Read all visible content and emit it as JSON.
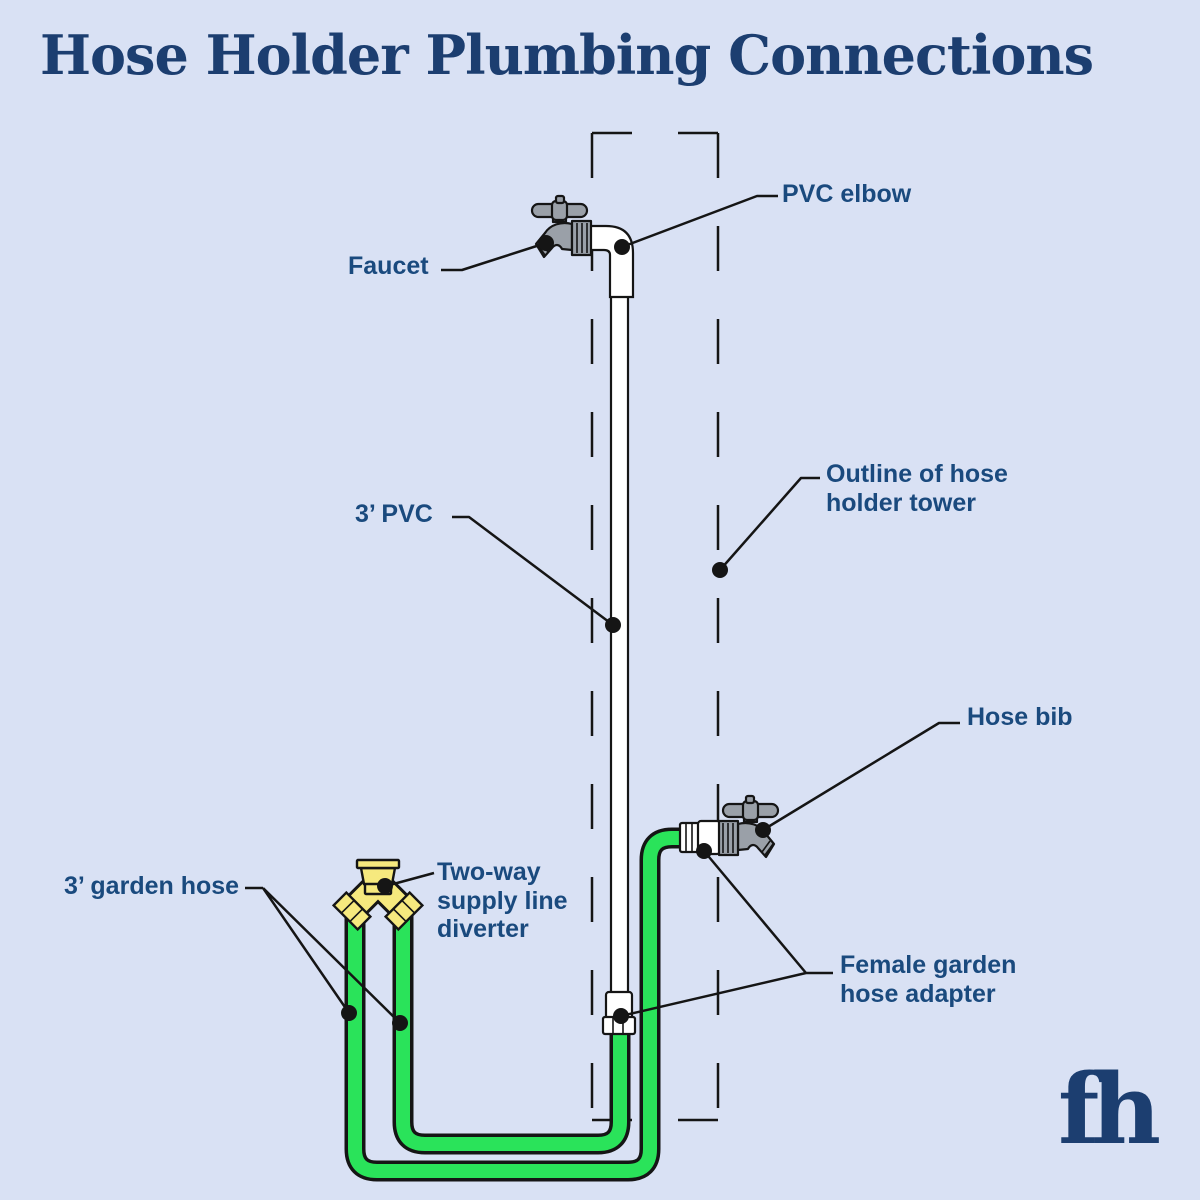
{
  "title": "Hose Holder Plumbing Connections",
  "brand": {
    "logo_text": "fh"
  },
  "callouts": {
    "pvc_elbow": "PVC elbow",
    "faucet": "Faucet",
    "pvc_pipe": "3’ PVC",
    "tower_outline": "Outline of hose holder tower",
    "hose_bib": "Hose bib",
    "garden_hose": "3’ garden hose",
    "diverter": "Two-way supply line diverter",
    "female_adapter": "Female garden hose adapter"
  },
  "icons": {
    "faucet": "faucet-icon",
    "hose_bib": "hose-bib-icon",
    "pvc_elbow": "pvc-elbow-icon",
    "pvc_pipe": "pvc-pipe",
    "tower_outline": "tower-outline-dashed",
    "garden_hose_outer": "garden-hose-outer",
    "garden_hose_inner": "garden-hose-inner",
    "diverter": "two-way-diverter-icon",
    "female_adapter_top": "female-hose-adapter-fitting",
    "female_adapter_bottom": "female-hose-adapter-fitting"
  },
  "colors": {
    "background": "#d9e1f4",
    "title_navy": "#1c3e70",
    "label_blue": "#1a4a7e",
    "line_black": "#151515",
    "hose_green": "#2ae35a",
    "fitting_yellow": "#f6e97e",
    "metal_gray": "#9aa0a8",
    "pvc_white": "#ffffff"
  }
}
